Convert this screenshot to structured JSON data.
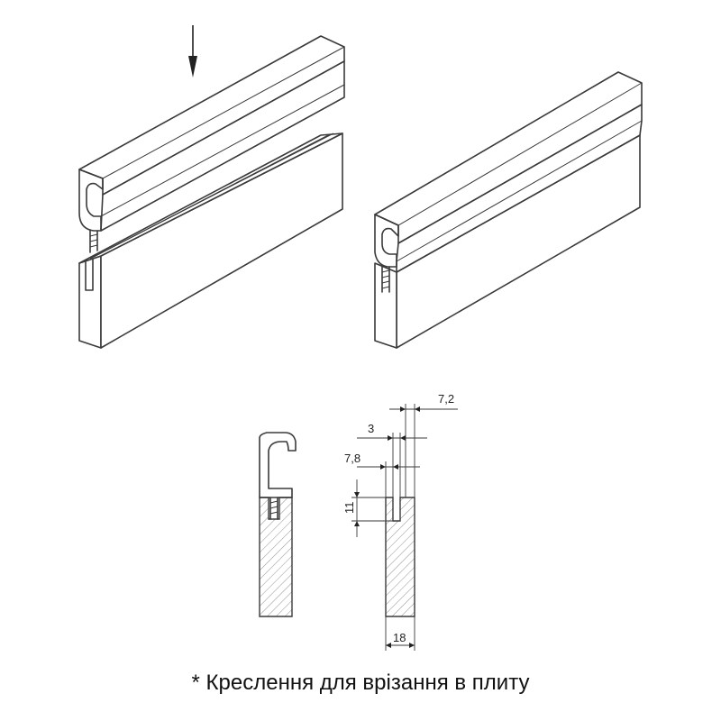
{
  "caption": "* Креслення для врізання в плиту",
  "dimensions": {
    "d_7_2": "7,2",
    "d_3": "3",
    "d_7_8": "7,8",
    "d_11": "11",
    "d_18": "18"
  }
}
